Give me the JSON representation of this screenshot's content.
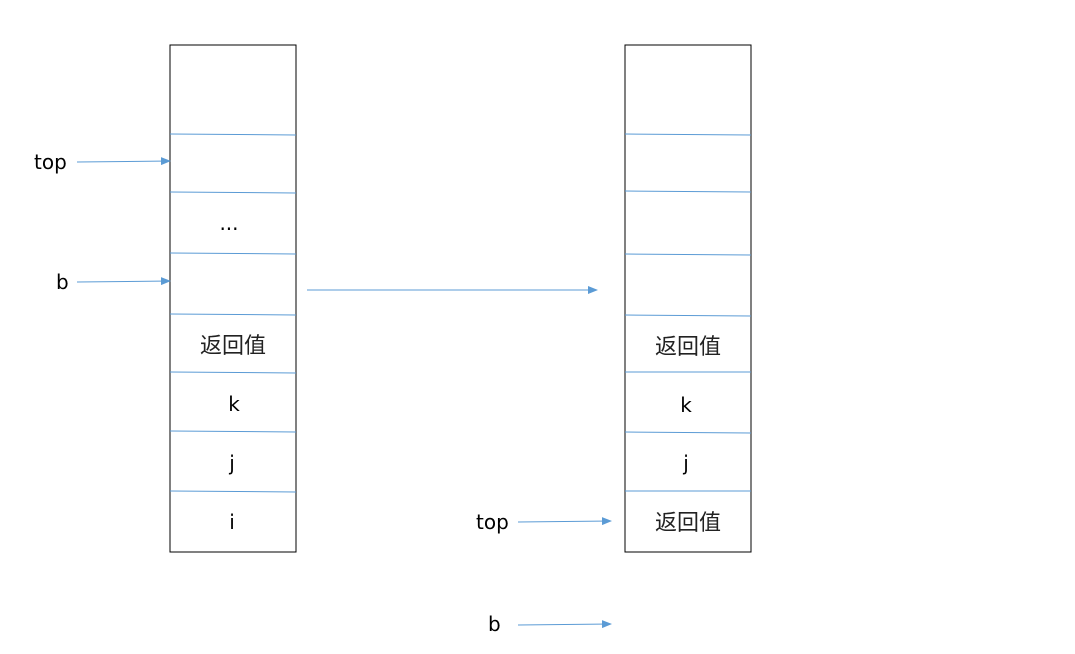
{
  "left_stack": {
    "cells": [
      "",
      "",
      "...",
      "",
      "返回值",
      "k",
      "j",
      "i"
    ],
    "pointers": [
      "top",
      "b"
    ]
  },
  "right_stack": {
    "cells": [
      "",
      "",
      "",
      "",
      "返回值",
      "k",
      "j",
      "返回值"
    ],
    "pointers": [
      "top",
      "b"
    ]
  },
  "colors": {
    "border": "#000000",
    "divider": "#5b9bd5",
    "arrow": "#5b9bd5"
  }
}
